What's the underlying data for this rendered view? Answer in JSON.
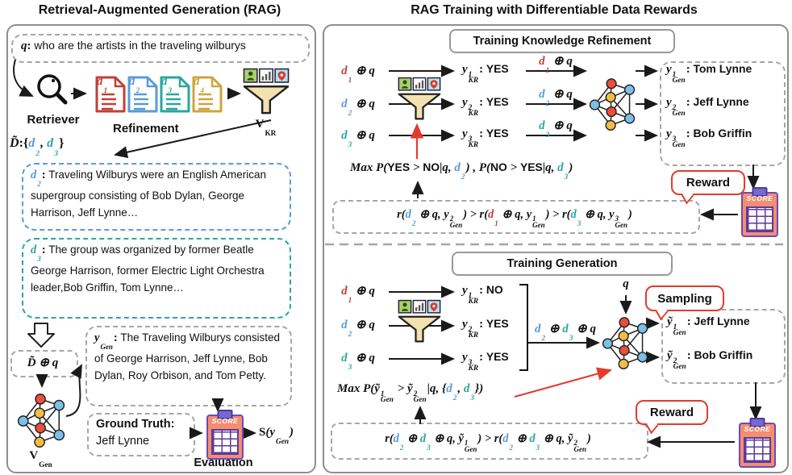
{
  "colors": {
    "d1": "#bf4136",
    "d2": "#5b9bd5",
    "d3": "#2aa79e",
    "d4": "#cfa43d",
    "accent_red": "#e23b2e",
    "node_red": "#e8503c",
    "node_yellow": "#f0bd45",
    "node_blue": "#7cc0e8",
    "panel_border": "#8e8e8e",
    "dash_gray": "#a6a6a6"
  },
  "shared": {
    "score_label": "SCORE"
  },
  "left": {
    "title": "Retrieval-Augmented Generation (RAG)",
    "query": [
      {
        "t": "q"
      },
      {
        "t": ": ",
        "u": 1
      },
      {
        "t": "who are the artists in the traveling wilburys",
        "s": 1,
        "w": "n"
      }
    ],
    "retriever_label": "Retriever",
    "doc_labels": [
      [
        {
          "t": "d",
          "c": "d1",
          "sub": "1"
        }
      ],
      [
        {
          "t": "d",
          "c": "d2",
          "sub": "2"
        }
      ],
      [
        {
          "t": "d",
          "c": "d3",
          "sub": "3"
        }
      ],
      [
        {
          "t": "d",
          "c": "d4",
          "sub": "4"
        }
      ]
    ],
    "refinement_label": "Refinement",
    "vkr_label": [
      {
        "t": "V",
        "u": 1,
        "sub": "KR"
      }
    ],
    "dset": [
      {
        "t": "D̃"
      },
      {
        "t": ":{",
        "u": 1
      },
      {
        "t": "d",
        "c": "d2",
        "sub": "2"
      },
      {
        "t": ", "
      },
      {
        "t": "d",
        "c": "d3",
        "sub": "3"
      },
      {
        "t": "}",
        "u": 1
      }
    ],
    "d2_passage": [
      {
        "t": "d",
        "c": "d2",
        "sub": "2"
      },
      {
        "t": ": ",
        "u": 1
      },
      {
        "t": "Traveling Wilburys were an English American supergroup consisting of Bob Dylan, George Harrison, Jeff Lynne…",
        "s": 1,
        "w": "n"
      }
    ],
    "d3_passage": [
      {
        "t": "d",
        "c": "d3",
        "sub": "3"
      },
      {
        "t": ": ",
        "u": 1
      },
      {
        "t": "The group was organized by former Beatle George Harrison, former Electric Light Orchestra leader,Bob Griffin, Tom Lynne…",
        "s": 1,
        "w": "n"
      }
    ],
    "dq_label": [
      {
        "t": "D̃"
      },
      {
        "t": " ⊕ "
      },
      {
        "t": "q"
      }
    ],
    "vgen_label": [
      {
        "t": "V",
        "u": 1,
        "sub": "Gen"
      }
    ],
    "ygen_passage": [
      {
        "t": "y",
        "sub": "Gen"
      },
      {
        "t": ": ",
        "u": 1
      },
      {
        "t": "The Traveling Wilburys consisted of George Harrison, Jeff Lynne, Bob Dylan, Roy Orbison, and Tom Petty.",
        "s": 1,
        "w": "n"
      }
    ],
    "ground_truth_label": "Ground Truth:",
    "ground_truth_value": "Jeff Lynne",
    "evaluation_label": "Evaluation",
    "score_expr": [
      {
        "t": "S",
        "u": 1
      },
      {
        "t": "("
      },
      {
        "t": "y",
        "sub": "Gen"
      },
      {
        "t": ")"
      }
    ]
  },
  "right": {
    "title": "RAG Training with Differentiable Data Rewards",
    "top": {
      "header": "Training Knowledge Refinement",
      "inputs": [
        [
          {
            "t": "d",
            "c": "d1",
            "sub": "1"
          },
          {
            "t": " ⊕ "
          },
          {
            "t": "q"
          }
        ],
        [
          {
            "t": "d",
            "c": "d2",
            "sub": "2"
          },
          {
            "t": " ⊕ "
          },
          {
            "t": "q"
          }
        ],
        [
          {
            "t": "d",
            "c": "d3",
            "sub": "3"
          },
          {
            "t": " ⊕ "
          },
          {
            "t": "q"
          }
        ]
      ],
      "kr_outputs": [
        [
          {
            "t": "y",
            "sup": "1",
            "sub": "KR"
          },
          {
            "t": ": ",
            "u": 1
          },
          {
            "t": "YES",
            "s": 1
          }
        ],
        [
          {
            "t": "y",
            "sup": "2",
            "sub": "KR"
          },
          {
            "t": ": ",
            "u": 1
          },
          {
            "t": "YES",
            "s": 1
          }
        ],
        [
          {
            "t": "y",
            "sup": "3",
            "sub": "KR"
          },
          {
            "t": ": ",
            "u": 1
          },
          {
            "t": "YES",
            "s": 1
          }
        ]
      ],
      "gen_outputs": [
        [
          {
            "t": "y",
            "sup": "1",
            "sub": "Gen"
          },
          {
            "t": ": ",
            "u": 1
          },
          {
            "t": "Tom Lynne",
            "s": 1
          }
        ],
        [
          {
            "t": "y",
            "sup": "2",
            "sub": "Gen"
          },
          {
            "t": ": ",
            "u": 1
          },
          {
            "t": "Jeff Lynne",
            "s": 1
          }
        ],
        [
          {
            "t": "y",
            "sup": "3",
            "sub": "Gen"
          },
          {
            "t": ": ",
            "u": 1
          },
          {
            "t": "Bob Griffin",
            "s": 1
          }
        ]
      ],
      "max_expr": [
        {
          "t": "Max P("
        },
        {
          "t": "YES",
          "s": 1
        },
        {
          "t": " > "
        },
        {
          "t": "NO",
          "s": 1
        },
        {
          "t": "|"
        },
        {
          "t": "q"
        },
        {
          "t": ", "
        },
        {
          "t": "d",
          "c": "d2",
          "sub": "2"
        },
        {
          "t": ") , P("
        },
        {
          "t": "NO",
          "s": 1
        },
        {
          "t": " > "
        },
        {
          "t": "YES",
          "s": 1
        },
        {
          "t": "|"
        },
        {
          "t": "q"
        },
        {
          "t": ", "
        },
        {
          "t": "d",
          "c": "d3",
          "sub": "3"
        },
        {
          "t": ")"
        }
      ],
      "reward_expr": [
        {
          "t": "r("
        },
        {
          "t": "d",
          "c": "d2",
          "sub": "2"
        },
        {
          "t": " ⊕ "
        },
        {
          "t": "q"
        },
        {
          "t": ", "
        },
        {
          "t": "y",
          "sup": "2",
          "sub": "Gen"
        },
        {
          "t": ") > "
        },
        {
          "t": "r("
        },
        {
          "t": "d",
          "c": "d1",
          "sub": "1"
        },
        {
          "t": " ⊕ "
        },
        {
          "t": "q"
        },
        {
          "t": ", "
        },
        {
          "t": "y",
          "sup": "1",
          "sub": "Gen"
        },
        {
          "t": ") > "
        },
        {
          "t": "r("
        },
        {
          "t": "d",
          "c": "d3",
          "sub": "3"
        },
        {
          "t": " ⊕ "
        },
        {
          "t": "q"
        },
        {
          "t": ", "
        },
        {
          "t": "y",
          "sup": "3",
          "sub": "Gen"
        },
        {
          "t": ")"
        }
      ],
      "reward_label": "Reward"
    },
    "bottom": {
      "header": "Training Generation",
      "kr_outputs": [
        [
          {
            "t": "y",
            "sup": "1",
            "sub": "KR"
          },
          {
            "t": ": ",
            "u": 1
          },
          {
            "t": "NO",
            "s": 1
          }
        ],
        [
          {
            "t": "y",
            "sup": "2",
            "sub": "KR"
          },
          {
            "t": ": ",
            "u": 1
          },
          {
            "t": "YES",
            "s": 1
          }
        ],
        [
          {
            "t": "y",
            "sup": "3",
            "sub": "KR"
          },
          {
            "t": ": ",
            "u": 1
          },
          {
            "t": "YES",
            "s": 1
          }
        ]
      ],
      "combined_input": [
        {
          "t": "d",
          "c": "d2",
          "sub": "2"
        },
        {
          "t": " ⊕ "
        },
        {
          "t": "d",
          "c": "d3",
          "sub": "3"
        },
        {
          "t": " ⊕ "
        },
        {
          "t": "q"
        }
      ],
      "q_label": [
        {
          "t": "q"
        }
      ],
      "sampling_label": "Sampling",
      "gen_outputs": [
        [
          {
            "t": "ỹ",
            "sup": "1",
            "sub": "Gen"
          },
          {
            "t": ": ",
            "u": 1
          },
          {
            "t": "Jeff Lynne",
            "s": 1
          }
        ],
        [
          {
            "t": "ỹ",
            "sup": "2",
            "sub": "Gen"
          },
          {
            "t": ": ",
            "u": 1
          },
          {
            "t": "Bob Griffin",
            "s": 1
          }
        ]
      ],
      "max_expr": [
        {
          "t": "Max P("
        },
        {
          "t": "ỹ",
          "sup": "1",
          "sub": "Gen"
        },
        {
          "t": " > "
        },
        {
          "t": "ỹ",
          "sup": "2",
          "sub": "Gen"
        },
        {
          "t": "|"
        },
        {
          "t": "q"
        },
        {
          "t": ", {"
        },
        {
          "t": "d",
          "c": "d2",
          "sub": "2"
        },
        {
          "t": ", "
        },
        {
          "t": "d",
          "c": "d3",
          "sub": "3"
        },
        {
          "t": "})"
        }
      ],
      "reward_expr": [
        {
          "t": "r("
        },
        {
          "t": "d",
          "c": "d2",
          "sub": "2"
        },
        {
          "t": " ⊕ "
        },
        {
          "t": "d",
          "c": "d3",
          "sub": "3"
        },
        {
          "t": " ⊕ "
        },
        {
          "t": "q"
        },
        {
          "t": ", "
        },
        {
          "t": "ỹ",
          "sup": "1",
          "sub": "Gen"
        },
        {
          "t": ") > "
        },
        {
          "t": "r("
        },
        {
          "t": "d",
          "c": "d2",
          "sub": "2"
        },
        {
          "t": " ⊕ "
        },
        {
          "t": "d",
          "c": "d3",
          "sub": "3"
        },
        {
          "t": " ⊕ "
        },
        {
          "t": "q"
        },
        {
          "t": ", "
        },
        {
          "t": "ỹ",
          "sup": "2",
          "sub": "Gen"
        },
        {
          "t": ")"
        }
      ],
      "reward_label": "Reward"
    }
  }
}
